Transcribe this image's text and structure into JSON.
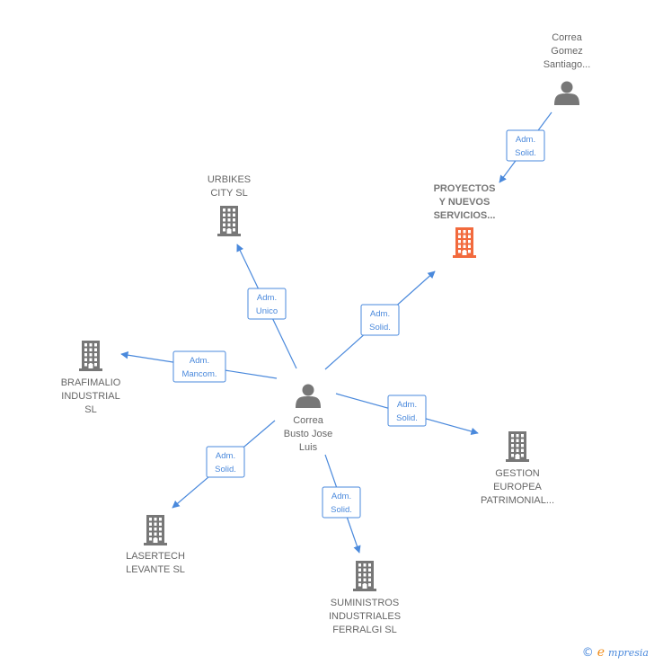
{
  "colors": {
    "edge": "#4a89dc",
    "node": "#777777",
    "highlight": "#f26a3d"
  },
  "nodes": [
    {
      "id": "correa-busto",
      "type": "person",
      "lines": [
        "Correa",
        "Busto Jose",
        "Luis"
      ]
    },
    {
      "id": "correa-gomez",
      "type": "person",
      "lines": [
        "Correa",
        "Gomez",
        "Santiago..."
      ]
    },
    {
      "id": "proyectos",
      "type": "company",
      "highlight": true,
      "lines": [
        "PROYECTOS",
        "Y NUEVOS",
        "SERVICIOS..."
      ]
    },
    {
      "id": "urbikes",
      "type": "company",
      "lines": [
        "URBIKES",
        "CITY SL"
      ]
    },
    {
      "id": "brafimalio",
      "type": "company",
      "lines": [
        "BRAFIMALIO",
        "INDUSTRIAL",
        "SL"
      ]
    },
    {
      "id": "gestion",
      "type": "company",
      "lines": [
        "GESTION",
        "EUROPEA",
        "PATRIMONIAL..."
      ]
    },
    {
      "id": "lasertech",
      "type": "company",
      "lines": [
        "LASERTECH",
        "LEVANTE SL"
      ]
    },
    {
      "id": "suministros",
      "type": "company",
      "lines": [
        "SUMINISTROS",
        "INDUSTRIALES",
        "FERRALGI SL"
      ]
    }
  ],
  "edges": [
    {
      "from": "correa-gomez",
      "to": "proyectos",
      "label": [
        "Adm.",
        "Solid."
      ]
    },
    {
      "from": "correa-busto",
      "to": "urbikes",
      "label": [
        "Adm.",
        "Unico"
      ]
    },
    {
      "from": "correa-busto",
      "to": "proyectos",
      "label": [
        "Adm.",
        "Solid."
      ]
    },
    {
      "from": "correa-busto",
      "to": "brafimalio",
      "label": [
        "Adm.",
        "Mancom."
      ]
    },
    {
      "from": "correa-busto",
      "to": "gestion",
      "label": [
        "Adm.",
        "Solid."
      ]
    },
    {
      "from": "correa-busto",
      "to": "lasertech",
      "label": [
        "Adm.",
        "Solid."
      ]
    },
    {
      "from": "correa-busto",
      "to": "suministros",
      "label": [
        "Adm.",
        "Solid."
      ]
    }
  ],
  "footer": {
    "copyright": "©",
    "brand_initial": "e",
    "brand_rest": "mpresia"
  }
}
